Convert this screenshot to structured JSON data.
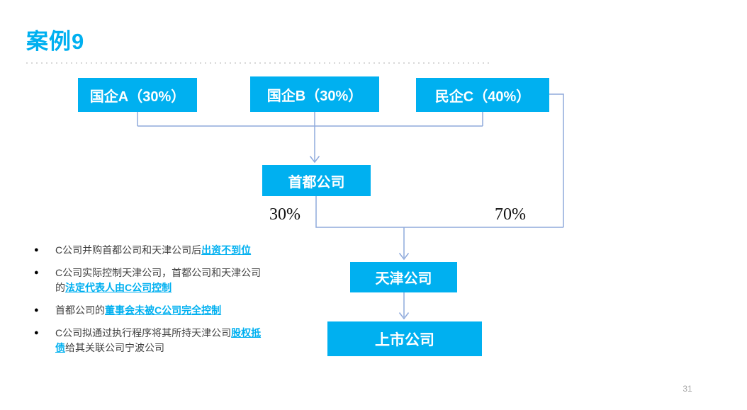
{
  "slide": {
    "title": "案例9",
    "page_number": "31",
    "bullet_marker": "●"
  },
  "diagram": {
    "boxes": {
      "soe_a": "国企A（30%）",
      "soe_b": "国企B（30%）",
      "private_c": "民企C（40%）",
      "capital": "首都公司",
      "tianjin": "天津公司",
      "listed": "上市公司"
    },
    "labels": {
      "left_pct": "30%",
      "right_pct": "70%"
    },
    "colors": {
      "accent": "#00B0F0",
      "connector": "#8FAADC",
      "body_text": "#404040",
      "divider": "#D7D7D7",
      "page_number": "#A6A6A6"
    }
  },
  "bullets": [
    {
      "segments": [
        {
          "text": "C公司并购首都公司和天津公司后",
          "highlight": false
        },
        {
          "text": "出资不到位",
          "highlight": true
        }
      ]
    },
    {
      "segments": [
        {
          "text": "C公司实际控制天津公司，首都公司和天津公司的",
          "highlight": false
        },
        {
          "text": "法定代表人由C公司控制",
          "highlight": true
        }
      ]
    },
    {
      "segments": [
        {
          "text": "首都公司的",
          "highlight": false
        },
        {
          "text": "董事会未被C公司完全控制",
          "highlight": true
        }
      ]
    },
    {
      "segments": [
        {
          "text": "C公司拟通过执行程序将其所持天津公司",
          "highlight": false
        },
        {
          "text": "股权抵债",
          "highlight": true
        },
        {
          "text": "给其关联公司宁波公司",
          "highlight": false
        }
      ]
    }
  ]
}
